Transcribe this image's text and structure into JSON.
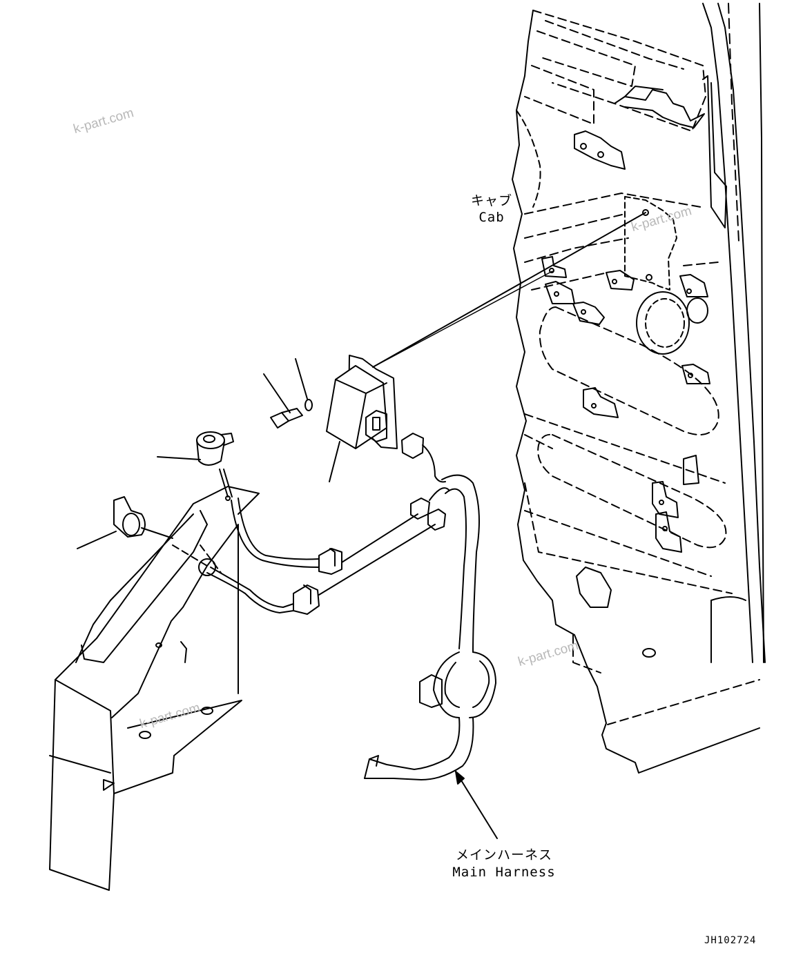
{
  "labels": {
    "cab_jp": "キャブ",
    "cab_en": "Cab",
    "harness_jp": "メインハーネス",
    "harness_en": "Main Harness"
  },
  "drawing_code": "JH102724",
  "watermark": "k-part.com"
}
